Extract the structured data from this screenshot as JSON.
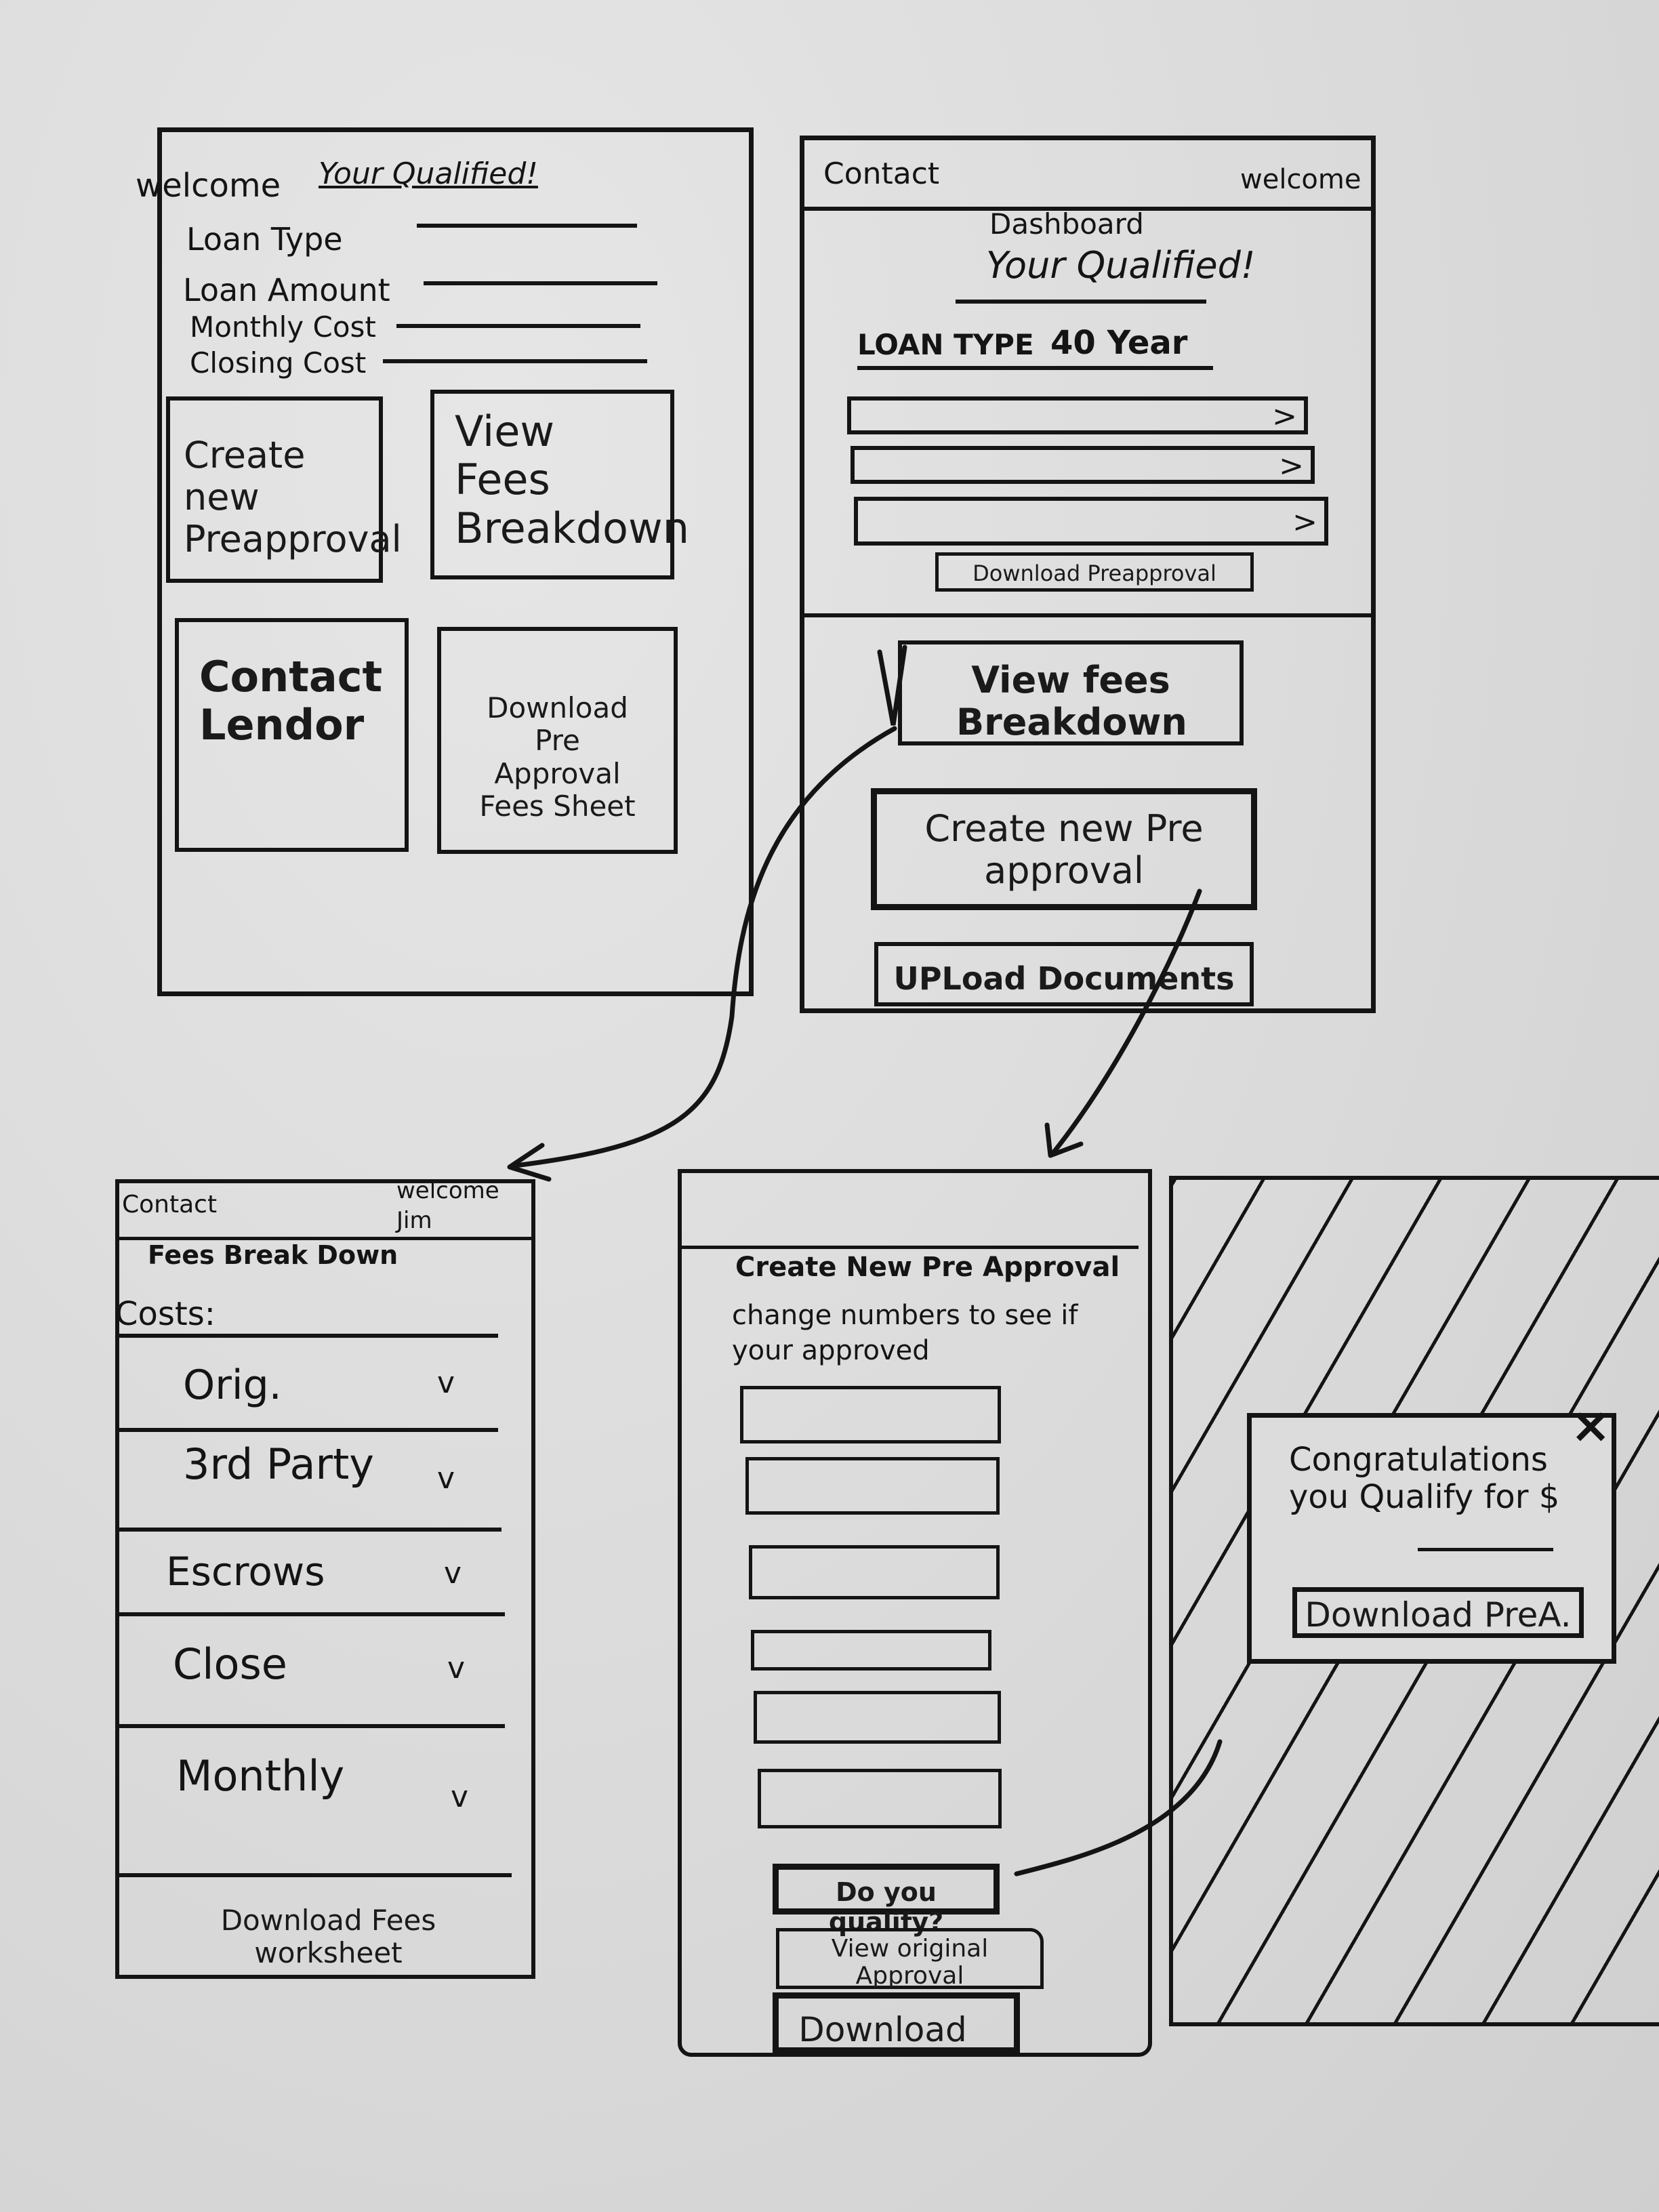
{
  "screen1": {
    "welcome": "welcome",
    "qualified": "Your Qualified!",
    "fields": [
      "Loan Type",
      "Loan Amount",
      "Monthly Cost",
      "Closing Cost"
    ],
    "tiles": [
      "Create new Preapproval",
      "View Fees Breakdown",
      "Contact Lendor",
      "Download Pre Approval Fees Sheet"
    ]
  },
  "screen2": {
    "contact": "Contact",
    "welcome": "welcome",
    "dashboard": "Dashboard",
    "qualified": "Your Qualified!",
    "loan_type": "LOAN TYPE",
    "loan_term": "40 Year",
    "download_label": "Download Preapproval",
    "view_fees": "View fees Breakdown",
    "create_new": "Create new Pre approval",
    "upload": "UPLoad Documents"
  },
  "screen3": {
    "contact": "Contact",
    "welcome": "welcome Jim",
    "title": "Fees Break Down",
    "costs_label": "Costs:",
    "rows": [
      "Orig.",
      "3rd Party",
      "Escrows",
      "Close",
      "Monthly"
    ],
    "download": "Download Fees worksheet"
  },
  "screen4": {
    "title": "Create New Pre Approval",
    "subtitle": "change numbers to see if your approved",
    "qualify_button": "Do you qualify?",
    "view_original": "View original Approval",
    "download": "Download"
  },
  "screen5": {
    "message": "Congratulations you Qualify for $",
    "download": "Download PreA.",
    "close_icon": "×"
  },
  "colors": {
    "ink": "#141414",
    "board": "#dcdcdc"
  }
}
